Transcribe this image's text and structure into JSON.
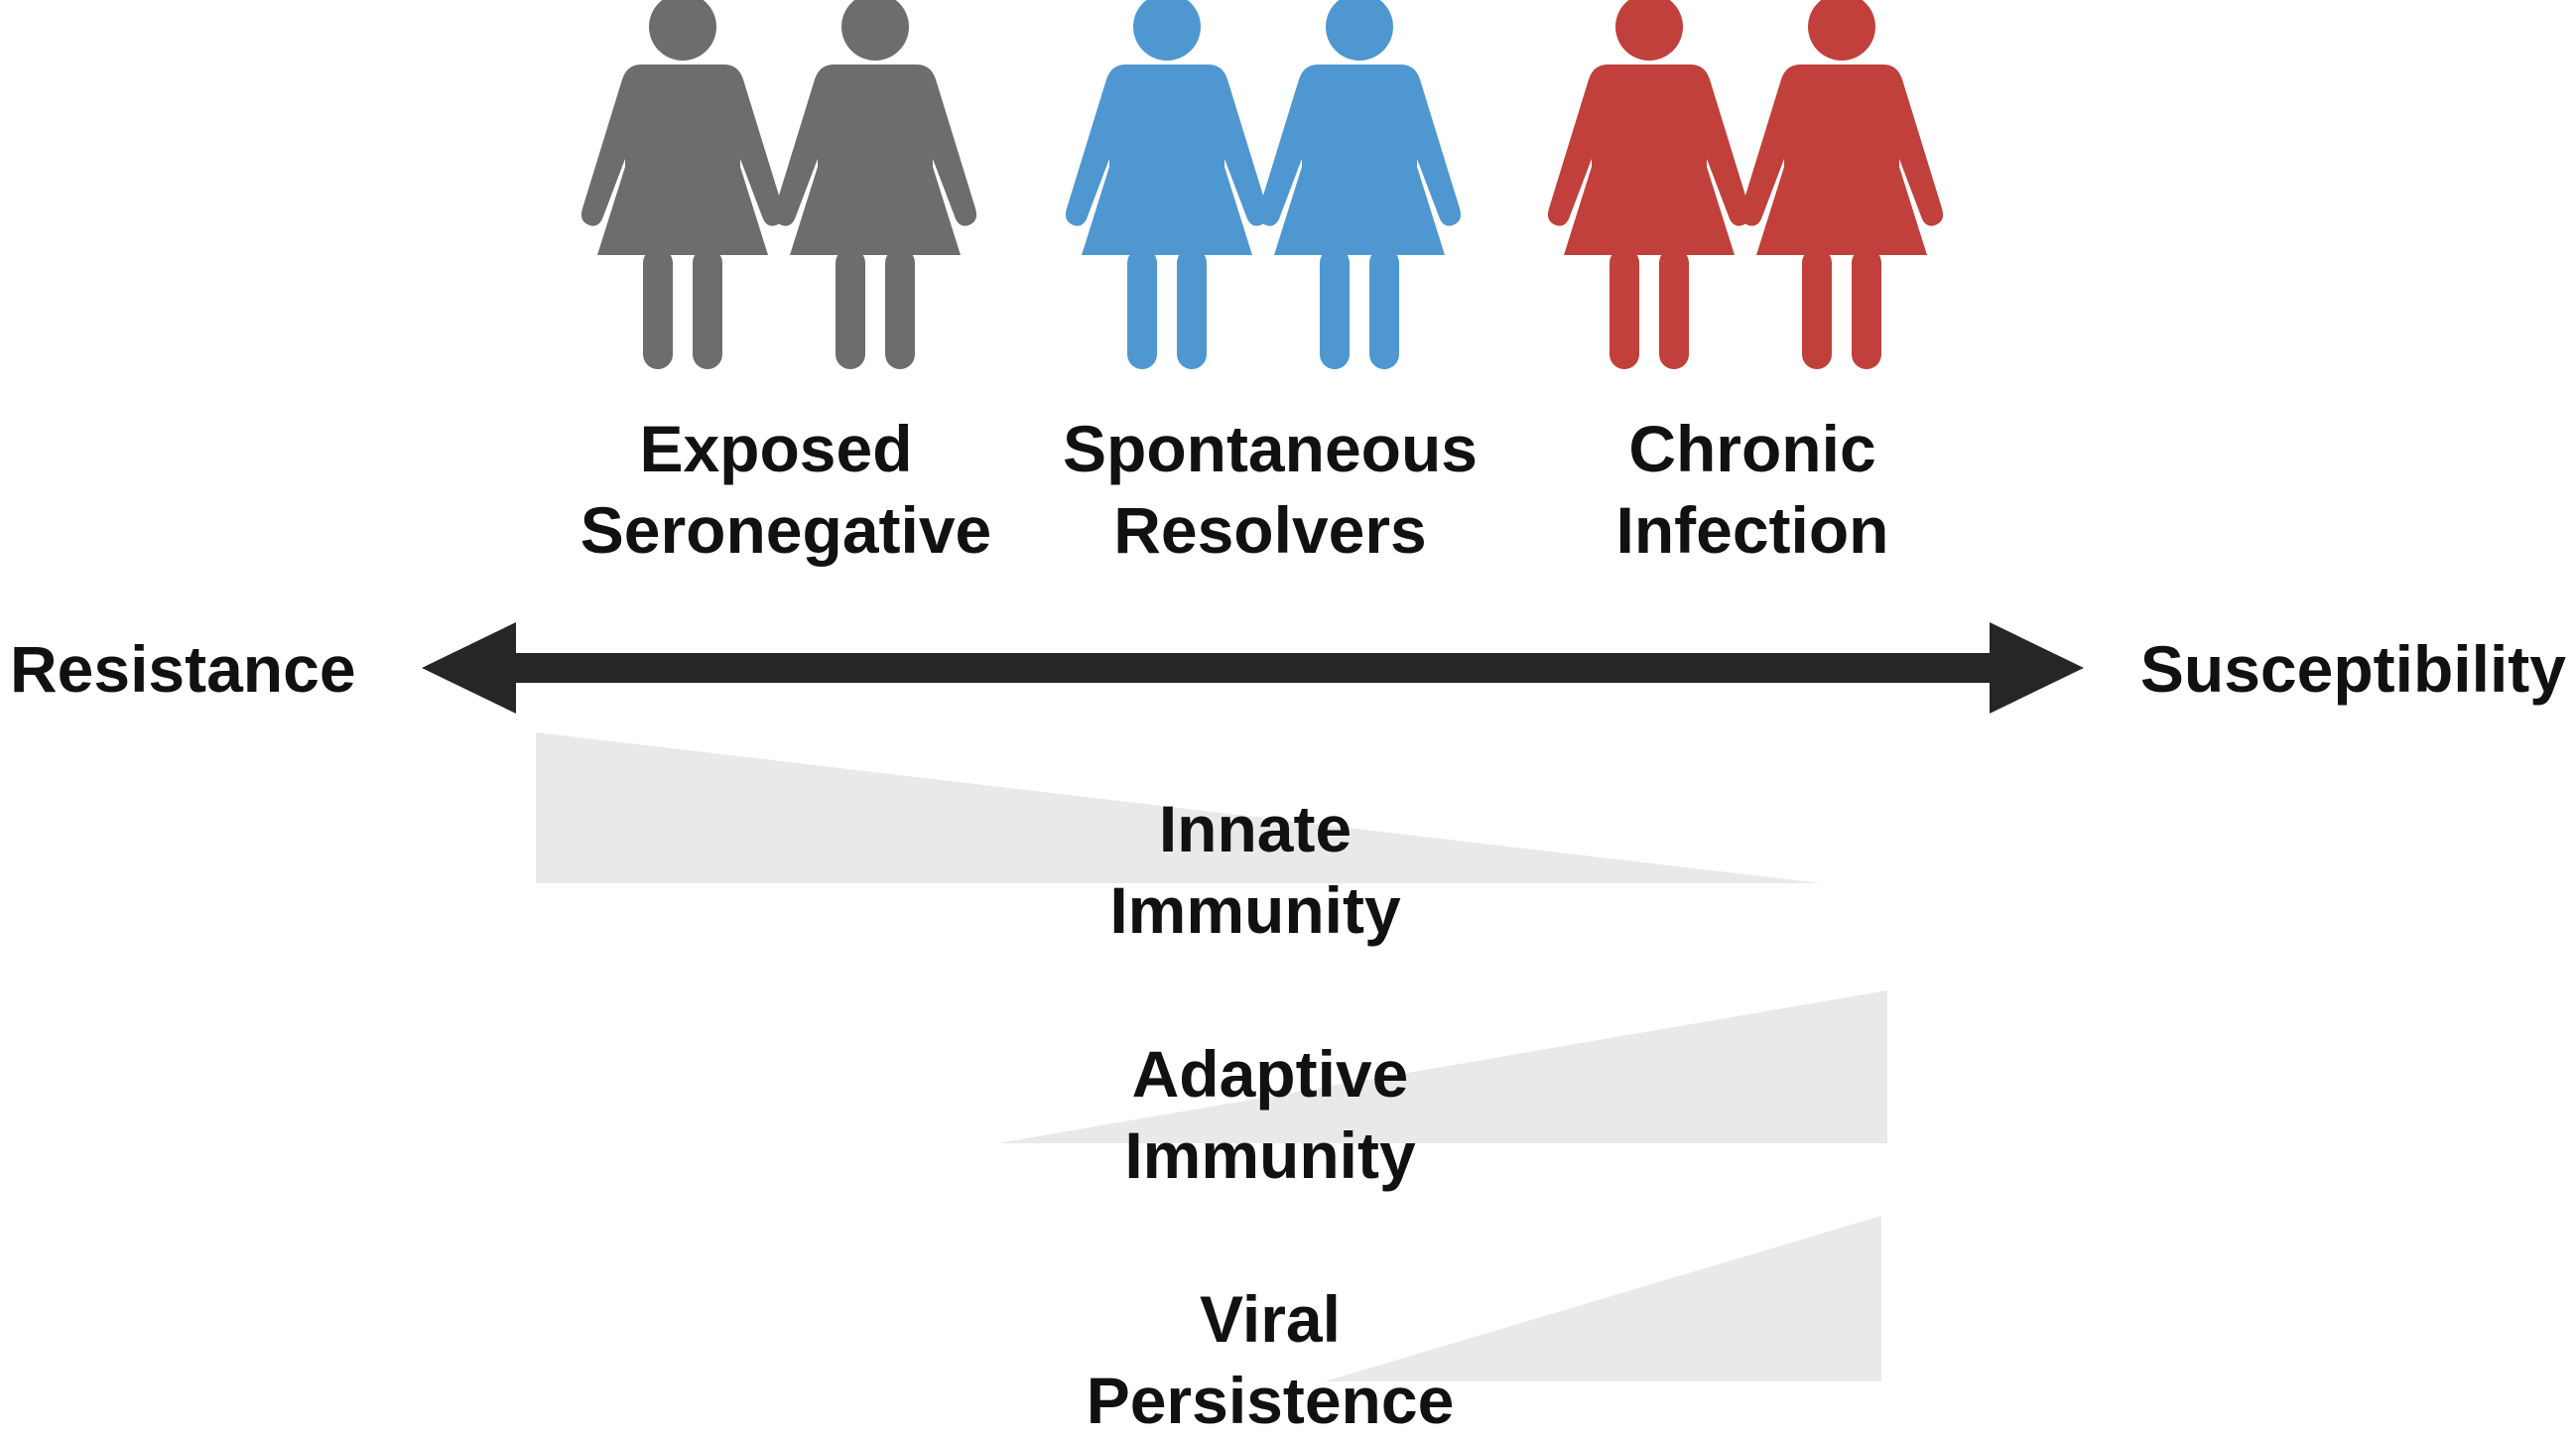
{
  "groups": [
    {
      "line1": "Exposed",
      "line2": "Seronegative",
      "color": "#6d6d6d"
    },
    {
      "line1": "Spontaneous",
      "line2": "Resolvers",
      "color": "#4f97d0"
    },
    {
      "line1": "Chronic",
      "line2": "Infection",
      "color": "#c1403b"
    }
  ],
  "axis": {
    "left_label": "Resistance",
    "right_label": "Susceptibility",
    "color": "#262626"
  },
  "gradients": [
    {
      "line1": "Innate",
      "line2": "Immunity",
      "direction": "decreasing"
    },
    {
      "line1": "Adaptive",
      "line2": "Immunity",
      "direction": "increasing"
    },
    {
      "line1": "Viral",
      "line2": "Persistence",
      "direction": "increasing"
    }
  ],
  "wedge_color": "#e9e9e9"
}
